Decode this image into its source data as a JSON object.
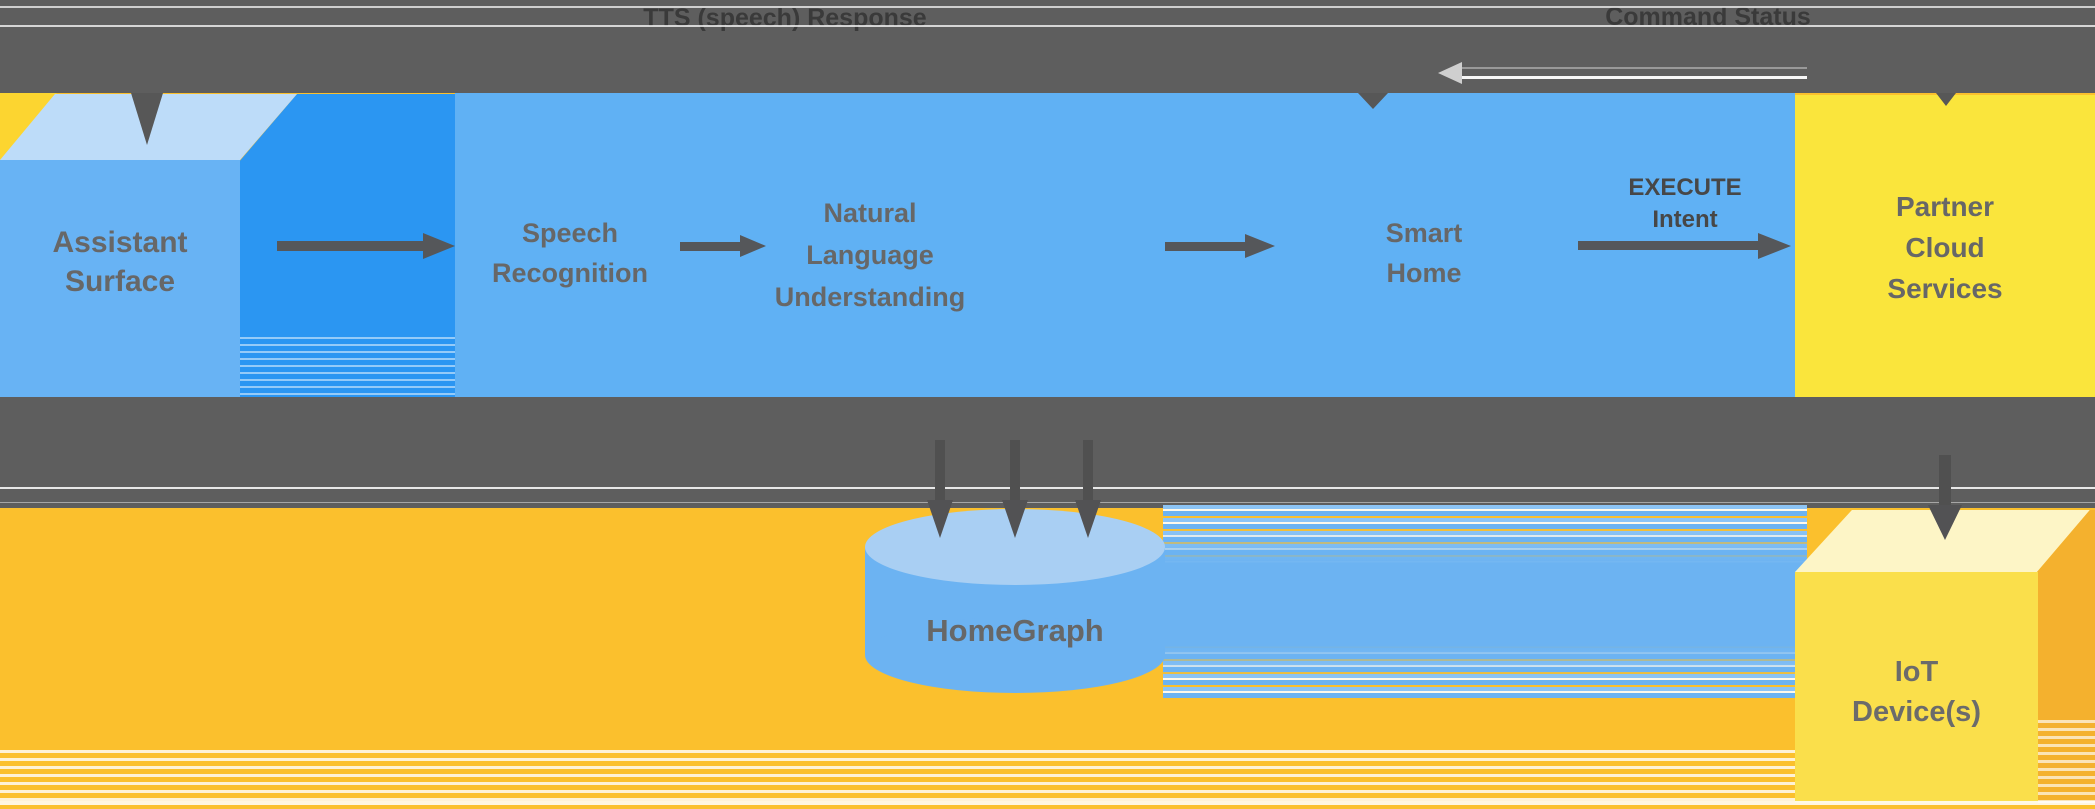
{
  "diagram": {
    "top_band": {
      "tts_response_label": "TTS (speech) Response",
      "command_status_label": "Command Status"
    },
    "nodes": {
      "assistant_surface": {
        "label": "Assistant\nSurface"
      },
      "speech_recognition": {
        "label": "Speech\nRecognition"
      },
      "natural_language_understanding": {
        "label": "Natural\nLanguage\nUnderstanding"
      },
      "smart_home": {
        "label": "Smart\nHome"
      },
      "partner_cloud_services": {
        "label": "Partner\nCloud\nServices"
      },
      "homegraph": {
        "label": "HomeGraph"
      },
      "iot_devices": {
        "label": "IoT\nDevice(s)"
      }
    },
    "edge_labels": {
      "execute_intent": "EXECUTE\nIntent"
    },
    "colors": {
      "band_gray": "#5E5E5E",
      "assistant_panel_blue": "#60B1F4",
      "box_front_blue": "#68B3F4",
      "box_side_blue": "#2B96F2",
      "box_top_blue": "#BDDCF9",
      "partner_yellow": "#FAE53C",
      "background_amber": "#FBC02D",
      "iot_front_yellow": "#FADF4B",
      "iot_top_cream": "#FDF5C6",
      "iot_side_amber": "#F4B12E",
      "cylinder_top_blue": "#A9CFF3",
      "cylinder_body_blue": "#6CB3F2",
      "arrow_gray": "#55575A",
      "node_label_gray": "#676767",
      "band_label_dark": "#3A3A3A"
    }
  }
}
